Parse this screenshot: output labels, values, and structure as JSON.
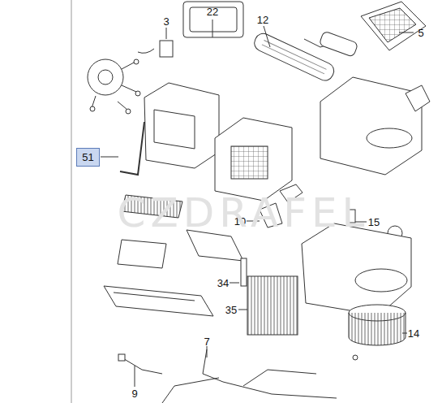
{
  "diagram": {
    "nodes": [
      {
        "text": [
          "51"
        ]
      }
    ],
    "labels": [
      "22",
      "3",
      "12",
      "5",
      "10",
      "15",
      "34",
      "35",
      "7",
      "14",
      "9",
      "CZDRAFEL"
    ]
  }
}
